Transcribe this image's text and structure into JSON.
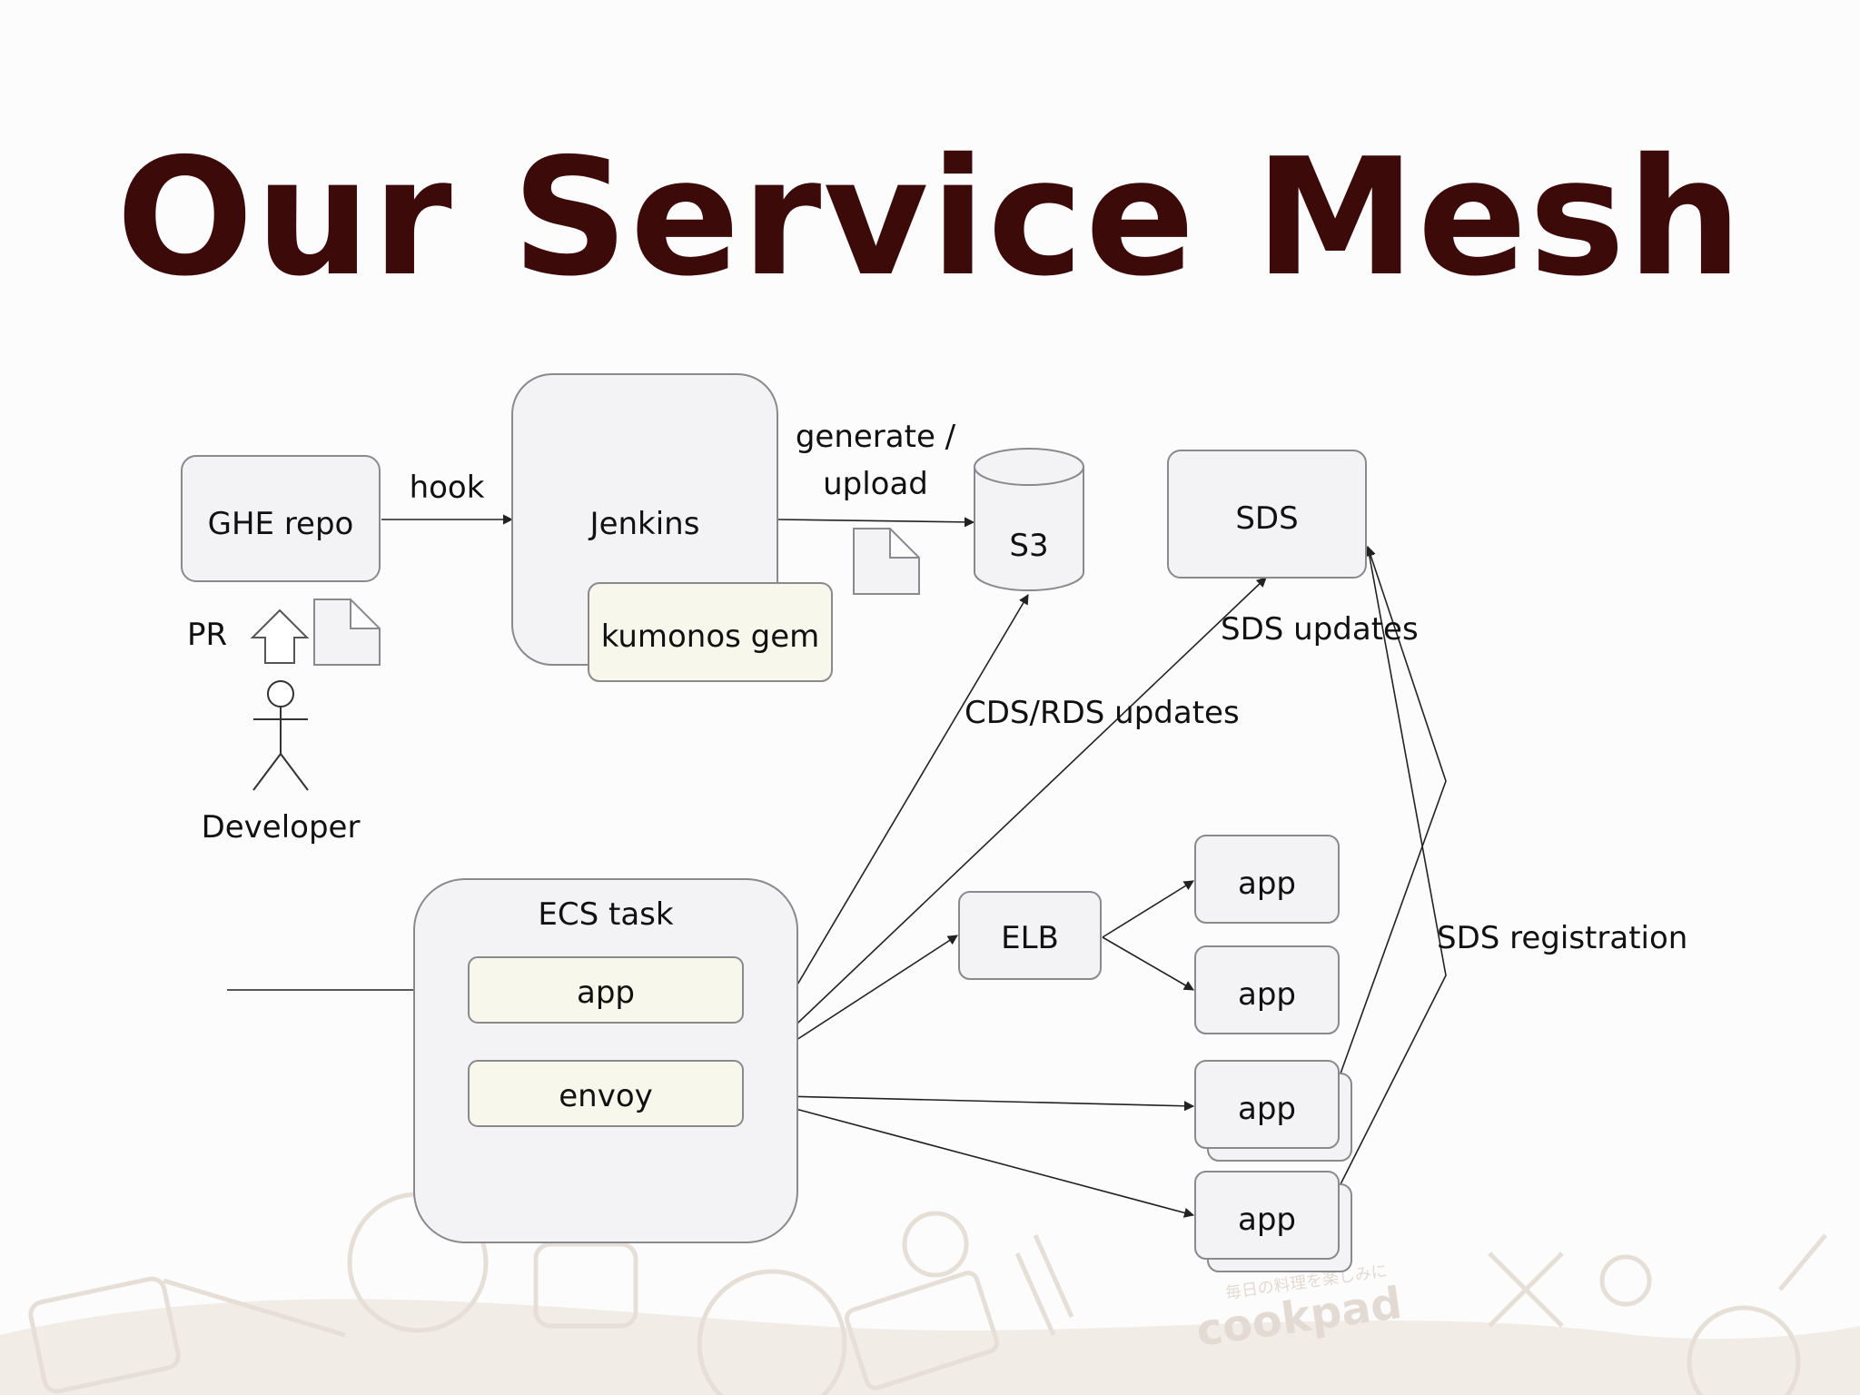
{
  "title": "Our Service Mesh",
  "nodes": {
    "ghe_repo": "GHE repo",
    "jenkins": "Jenkins",
    "kumonos_gem": "kumonos gem",
    "s3": "S3",
    "sds": "SDS",
    "developer": "Developer",
    "pr": "PR",
    "ecs_task": "ECS task",
    "ecs_app": "app",
    "envoy": "envoy",
    "elb": "ELB",
    "app1": "app",
    "app2": "app",
    "app3": "app",
    "app4": "app"
  },
  "edges": {
    "hook": "hook",
    "generate_upload_line1": "generate /",
    "generate_upload_line2": "upload",
    "sds_updates": "SDS updates",
    "cds_rds_updates": "CDS/RDS updates",
    "sds_registration": "SDS registration"
  },
  "watermark": {
    "tagline": "毎日の料理を楽しみに",
    "brand": "cookpad"
  }
}
